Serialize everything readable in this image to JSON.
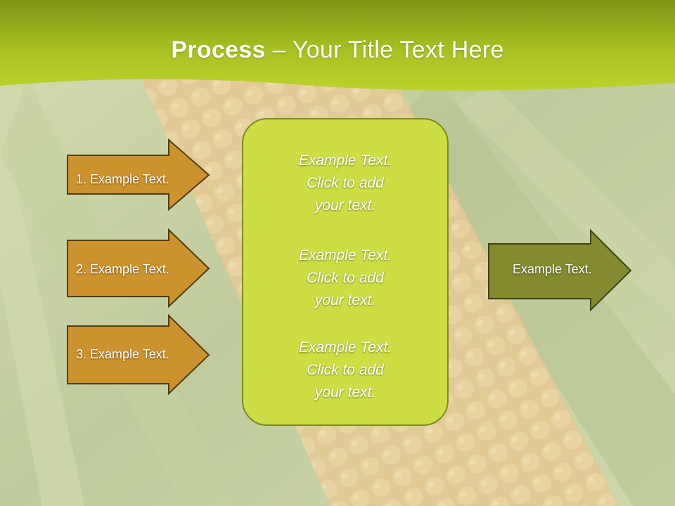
{
  "slide": {
    "title": {
      "bold": "Process",
      "separator": " – ",
      "rest": "Your Title Text Here"
    },
    "left_arrows": [
      {
        "label": "1. Example Text."
      },
      {
        "label": "2. Example Text."
      },
      {
        "label": "3. Example Text."
      }
    ],
    "center_box": {
      "paragraphs": [
        [
          "Example Text.",
          "Click  to add",
          "your text."
        ],
        [
          "Example Text.",
          "Click  to add",
          "your text."
        ],
        [
          "Example Text.",
          "Click  to add",
          "your text."
        ]
      ]
    },
    "right_arrow": {
      "label": "Example Text."
    }
  },
  "colors": {
    "header_green": "#a8bf1f",
    "arrow_orange": "#cc922d",
    "arrow_olive": "#838a2f",
    "center_box_fill": "#cddd44"
  }
}
